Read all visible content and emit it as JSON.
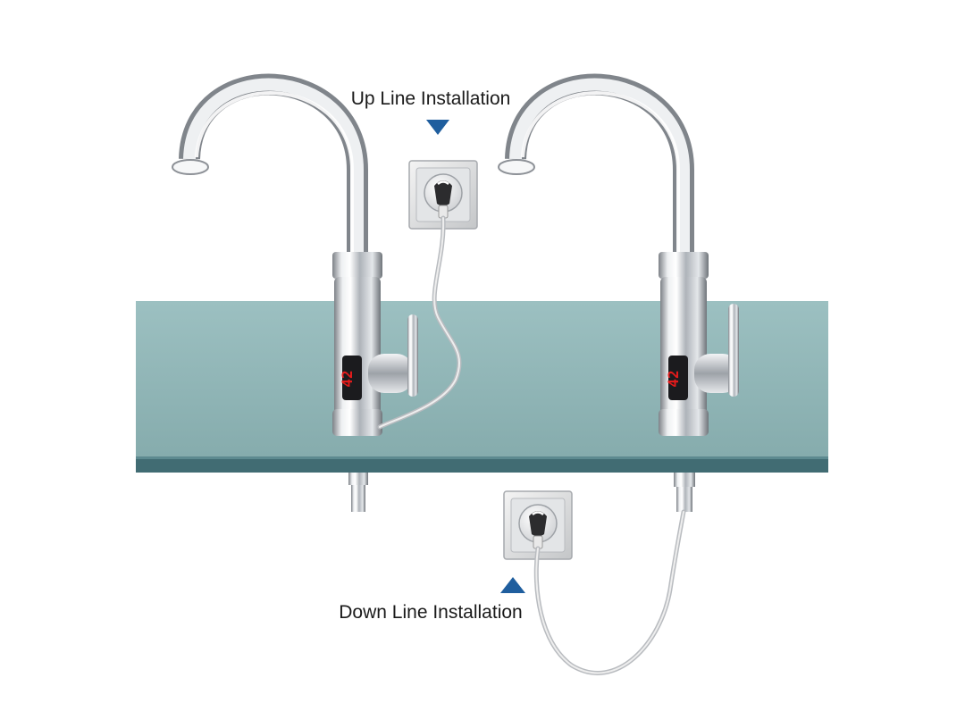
{
  "labels": {
    "up": "Up Line Installation",
    "down": "Down Line Installation"
  },
  "display_reading": "42",
  "colors": {
    "countertop": "#8fb6b7",
    "countertop_edge": "#416c73",
    "arrow": "#1f5e9e",
    "display_digits": "#e11b1b",
    "cable": "#cfcfcf",
    "chrome": "#c9ccd1"
  },
  "icons": {
    "pointer_down": "triangle-down",
    "pointer_up": "triangle-up",
    "socket": "wall-socket",
    "faucet": "chrome-faucet"
  }
}
